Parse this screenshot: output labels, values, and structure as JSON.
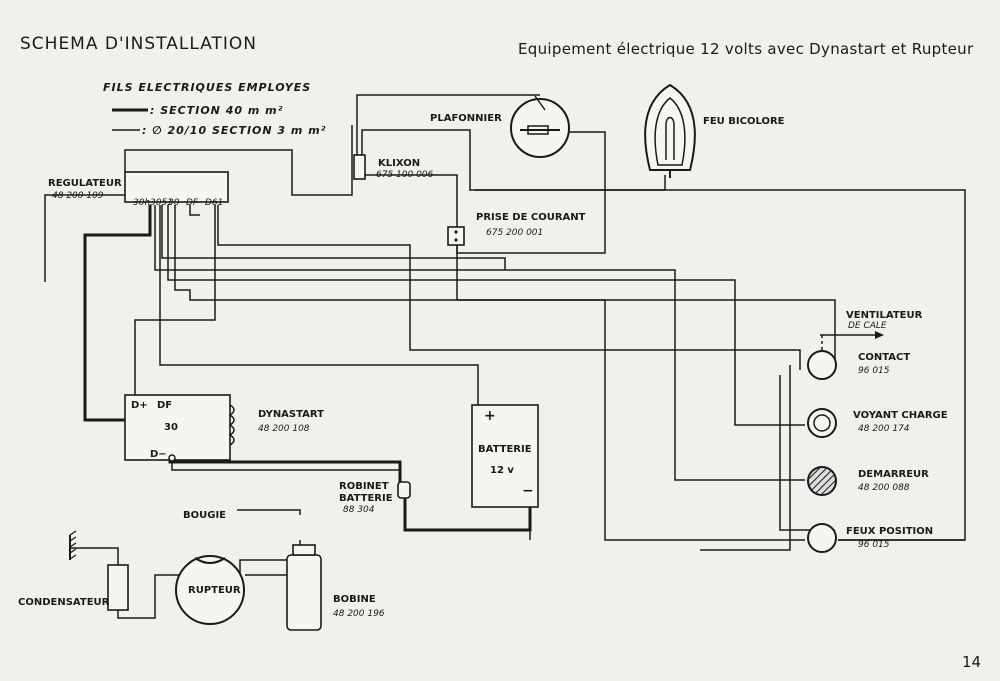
{
  "title_left": "SCHEMA D'INSTALLATION",
  "title_right": "Equipement électrique 12 volts avec Dynastart et Rupteur",
  "page_number": "14",
  "legend": {
    "heading": "FILS ELECTRIQUES EMPLOYES",
    "thick_wire": ": SECTION 40 m m²",
    "thin_wire": ": ∅ 20/10 SECTION 3 m m²"
  },
  "components": {
    "regulateur": {
      "label": "REGULATEUR",
      "ref": "48 200 109",
      "terminals": [
        "30h",
        "3051",
        "30",
        "DF",
        "D61"
      ]
    },
    "plafonnier": {
      "label": "PLAFONNIER"
    },
    "klixon": {
      "label": "KLIXON",
      "ref": "675 100 006"
    },
    "prise": {
      "label": "PRISE DE COURANT",
      "ref": "675 200 001"
    },
    "feu_bicolore": {
      "label": "FEU BICOLORE"
    },
    "ventilateur": {
      "label": "VENTILATEUR",
      "sub": "DE CALE"
    },
    "contact": {
      "label": "CONTACT",
      "ref": "96 015"
    },
    "voyant": {
      "label": "VOYANT CHARGE",
      "ref": "48 200 174"
    },
    "demarreur": {
      "label": "DEMARREUR",
      "ref": "48 200 088"
    },
    "feux_position": {
      "label": "FEUX POSITION",
      "ref": "96 015"
    },
    "dynastart": {
      "label": "DYNASTART",
      "ref": "48 200 108",
      "terminals": [
        "D+",
        "DF",
        "30",
        "D−"
      ]
    },
    "batterie": {
      "label": "BATTERIE",
      "voltage": "12 v",
      "plus": "+",
      "minus": "−"
    },
    "robinet": {
      "label": "ROBINET",
      "label2": "BATTERIE",
      "ref": "88 304"
    },
    "bougie": {
      "label": "BOUGIE"
    },
    "rupteur": {
      "label": "RUPTEUR"
    },
    "condensateur": {
      "label": "CONDENSATEUR"
    },
    "bobine": {
      "label": "BOBINE",
      "ref": "48 200 196"
    }
  }
}
